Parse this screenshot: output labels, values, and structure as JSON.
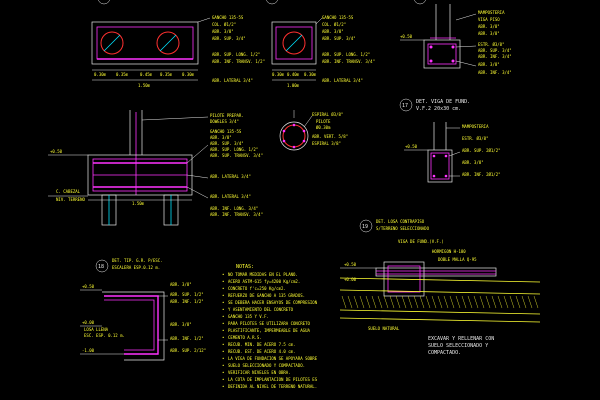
{
  "colors": {
    "background": "#000000",
    "text": "#ffff33",
    "rebar": "#ff33ff",
    "concrete": "#e8e8e8",
    "accent_red": "#ff3030",
    "accent_cyan": "#00e5ff"
  },
  "sec_top_left": {
    "callouts": [
      "GANCHO 135-5S",
      "COL. Ø1/2\"",
      "ABR. 3/8\"",
      "ABR. SUP. 3/4\"",
      "ABR. SUP. LONG. 1/2\"",
      "ABR. INF. TRANSV. 1/2\"",
      "ABR. LATERAL 3/4\""
    ],
    "dims": [
      "0.30m",
      "0.35m",
      "0.45m",
      "0.35m",
      "0.30m",
      "1.50m"
    ]
  },
  "sec_top_mid": {
    "callouts": [
      "GANCHO 135-5S",
      "COL. Ø1/2\"",
      "ABR. 3/8\"",
      "ABR. SUP. 3/4\"",
      "ABR. SUP. LONG. 1/2\"",
      "ABR. INF. TRANSV. 3/4\"",
      "ABR. LATERAL 3/4\""
    ],
    "dims": [
      "0.30m",
      "0.40m",
      "0.30m",
      "1.00m"
    ]
  },
  "sec_top_right": {
    "callouts": [
      "MAMPOSTERIA",
      "VIGA PISO",
      "ABR. 3/8\"",
      "ABR. 3/8\"",
      "ESTR. Ø3/8\"",
      "ABR. SUP. 3/4\"",
      "ABR. INF. 3/4\"",
      "ABR. 3/8\"",
      "ABR. INF. 3/4\""
    ],
    "level": "+0.50"
  },
  "sec_mid_left": {
    "callouts": [
      "PILOTE PREPAR.",
      "DOWELES 3/4\"",
      "GANCHO 135-5S",
      "ABR. 3/8\"",
      "ABR. SUP. 3/4\"",
      "ABR. SUP. LONG. 1/2\"",
      "ABR. SUP. TRANSV. 3/4\"",
      "ABR. LATERAL 3/4\"",
      "ABR. LATERAL 3/4\"",
      "ABR. INF. LONG. 3/4\"",
      "ABR. INF. TRANSV. 3/4\""
    ],
    "levels": [
      "+0.50",
      "C. CABEZAL",
      "NIV. TERRENO"
    ],
    "dims": [
      "1.50m"
    ]
  },
  "sec_circle": {
    "callouts": [
      "ESPIRAL Ø3/8\"",
      "PILOTE",
      "Ø0.30m",
      "ABR. VERT. 5/8\"",
      "ESPIRAL 3/8\""
    ]
  },
  "sec_mid_right": {
    "number": "17",
    "title_1": "DET. VIGA DE FUND.",
    "title_2": "V.F.2  20x30 cm.",
    "callouts": [
      "MAMPOSTERIA",
      "ESTR. Ø3/8\"",
      "ABR. SUP. 2Ø1/2\"",
      "ABR. 3/8\"",
      "ABR. INF. 2Ø1/2\""
    ],
    "level": "+0.50"
  },
  "sec_bottom_left": {
    "number": "18",
    "title_1": "DET. TIP. G.R. P/ESC.",
    "title_2": "ESCALERA ESP.0.12 m.",
    "callouts": [
      "ABR. 3/8\"",
      "ABR. SUP. 1/2\"",
      "ABR. INF. 1/2\"",
      "LOSA LLENA",
      "ESC. ESP. 0.12 m.",
      "ABR. 3/8\"",
      "ABR. INF. 1/2\"",
      "ABR. SUP. 2/12\""
    ],
    "levels": [
      "+0.50",
      "+0.00",
      "-1.00"
    ]
  },
  "notes": {
    "title": "NOTAS:",
    "items": [
      "NO TOMAR MEDIDAS EN EL PLANO.",
      "ACERO ASTM-615 fy=4200 Kg/cm2.",
      "CONCRETO f'c=250 Kg/cm2.",
      "REFUERZO DE GANCHO A 135 GRADOS.",
      "SE DEBERA HACER ENSAYOS DE COMPRESION",
      "Y ASENTAMIENTO DEL CONCRETO",
      "GANCHO 135 Y V.F.",
      "PARA PILOTES SE UTILIZARA CONCRETO",
      "PLASTIFICANTE, IMPERMEABLE DE AGUA",
      "CEMENTO A.R.S.",
      "RECUB. MIN. DE ACERO 7.5 cm.",
      "RECUB. EST. DE ACERO 4.0 cm.",
      "LA VIGA DE FUNDACION SE APOYARA SOBRE",
      "SUELO SELECCIONADO Y COMPACTADO.",
      "VERIFICAR NIVELES EN OBRA.",
      "LA COTA DE IMPLANTACION DE PILOTES ES",
      "DEFINIDA AL NIVEL DE TERRENO NATURAL."
    ]
  },
  "sec_bottom_right": {
    "number": "19",
    "title_1": "DET. LOSA CONTRAPISO",
    "title_2": "S/TERRENO SELECCIONADO",
    "labels": [
      "VIGA DE FUND.(V.F.)",
      "HORMIGON H-180",
      "DOBLE MALLA Q-95",
      "+0.50",
      "+0.00",
      "SUELO NATURAL"
    ],
    "note_1": "EXCAVAR Y RELLENAR CON",
    "note_2": "SUELO SELECCIONADO Y",
    "note_3": "COMPACTADO."
  }
}
